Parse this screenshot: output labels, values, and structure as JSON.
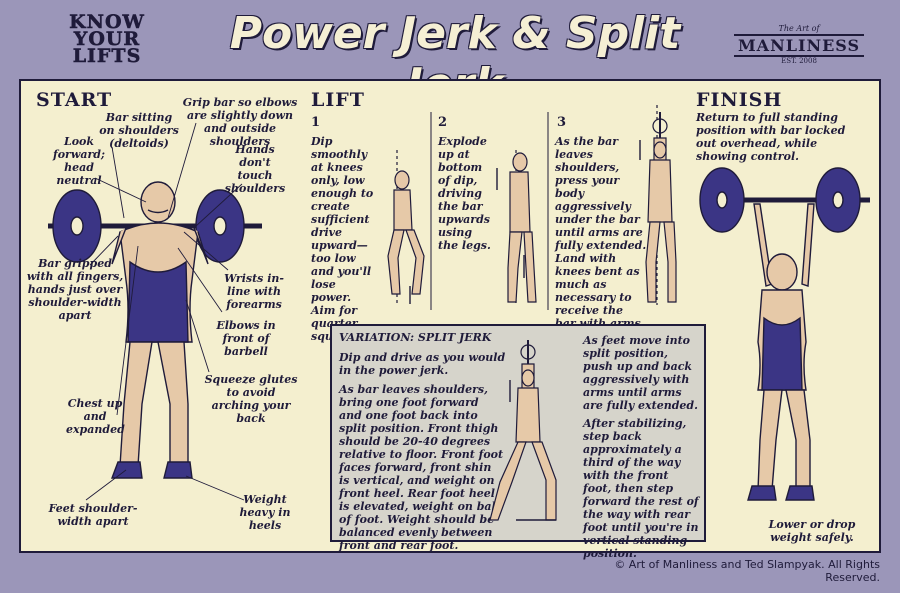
{
  "header": {
    "brand_lines": [
      "KNOW",
      "YOUR",
      "LIFTS"
    ],
    "title": "Power Jerk & Split Jerk",
    "logo": {
      "small": "The Art of",
      "name": "MANLINESS",
      "est": "EST. 2008"
    }
  },
  "sections": {
    "start": "START",
    "lift": "LIFT",
    "finish": "FINISH"
  },
  "start_notes": {
    "look": "Look forward; head neutral",
    "bar_sitting": "Bar sitting on shoulders (deltoids)",
    "grip": "Grip bar so elbows are slightly down and outside shoulders",
    "hands": "Hands don't touch shoulders",
    "bar_gripped": "Bar gripped with all fingers, hands just over shoulder-width apart",
    "wrists": "Wrists in-line with forearms",
    "elbows": "Elbows in front of barbell",
    "squeeze": "Squeeze glutes to avoid arching your back",
    "chest": "Chest up and expanded",
    "feet": "Feet shoulder-width apart",
    "weight": "Weight heavy in heels"
  },
  "lift_steps": [
    {
      "num": "1",
      "text": "Dip smoothly at knees only, low enough to create sufficient drive upward—too low and you'll lose power. Aim for quarter squat."
    },
    {
      "num": "2",
      "text": "Explode up at bottom of dip, driving the bar upwards using the legs."
    },
    {
      "num": "3",
      "text": "As the bar leaves shoulders, press your body aggressively under the bar until arms are fully extended. Land with knees bent as much as necessary to receive the bar with arms locked out."
    }
  ],
  "finish": {
    "text": "Return to full standing position with bar locked out overhead, while showing control.",
    "lower": "Lower or drop weight safely."
  },
  "variation": {
    "title": "VARIATION: SPLIT JERK",
    "p1": "Dip and drive as you would in the power jerk.",
    "p2": "As bar leaves shoulders, bring one foot forward and one foot back into split position. Front thigh should be 20-40 degrees relative to floor. Front foot faces forward, front shin is vertical, and weight on front heel. Rear foot heel is elevated, weight on ball of foot. Weight should be balanced evenly between front and rear foot.",
    "p3": "As feet move into split position, push up and back aggressively with arms until arms are fully extended.",
    "p4": "After stabilizing, step back approximately a third of the way with the front foot, then step forward the rest of the way with rear foot until you're in vertical standing position."
  },
  "footer": {
    "copyright": "© Art of Manliness and Ted Slampyak. All Rights Reserved."
  },
  "colors": {
    "background": "#9b96b9",
    "panel": "#f4efcf",
    "ink": "#1f1b3a",
    "plate": "#3b3585",
    "variation_box": "#d6d4cb",
    "skin": "#e6c9a8"
  }
}
